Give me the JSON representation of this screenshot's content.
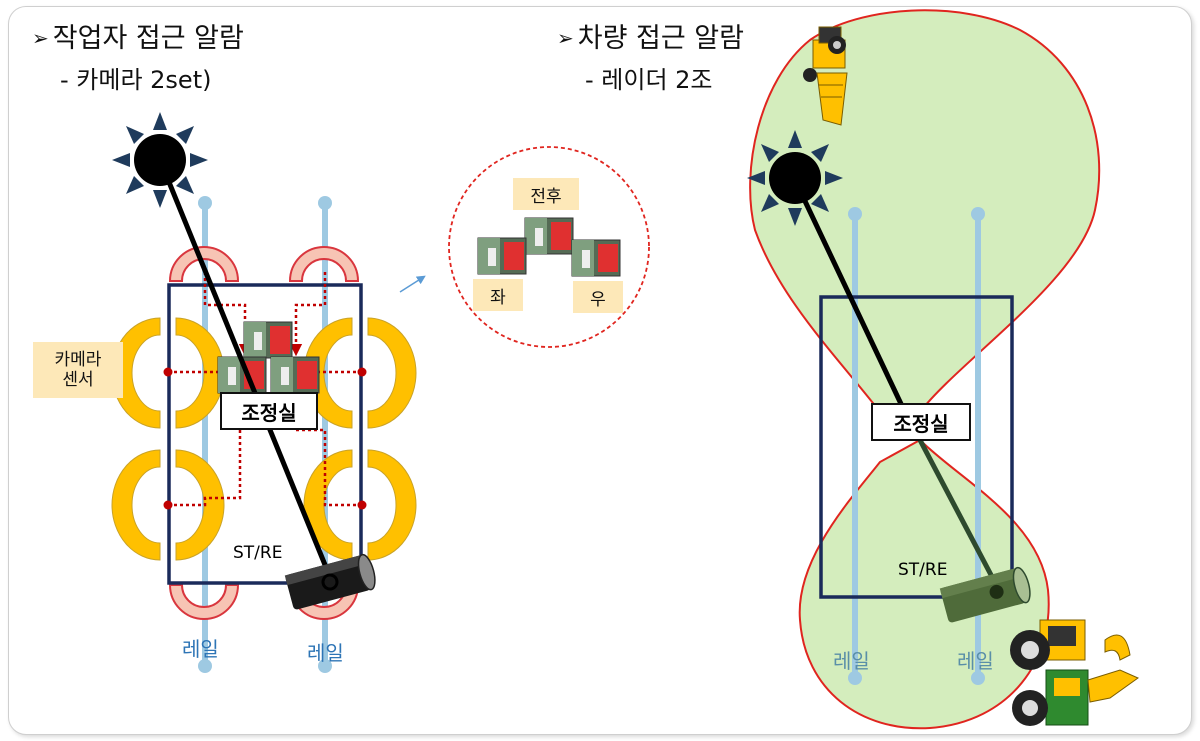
{
  "left": {
    "heading": "작업자 접근 알람",
    "subheading": "- 카메라 2set)",
    "camera_sensor_label_line1": "카메라",
    "camera_sensor_label_line2": "센서",
    "control_room_label": "조정실",
    "st_re_label": "ST/RE",
    "rail_left_label": "레일",
    "rail_right_label": "레일"
  },
  "inset": {
    "front_back_label": "전후",
    "left_label": "좌",
    "right_label": "우"
  },
  "right": {
    "heading": "차량 접근 알람",
    "subheading": "- 레이더 2조",
    "control_room_label": "조정실",
    "st_re_label": "ST/RE",
    "rail_left_label": "레일",
    "rail_right_label": "레일"
  },
  "colors": {
    "rail": "#9ec9e2",
    "frame_navy": "#1a2a5a",
    "sensor_orange": "#ffc000",
    "sensor_pink": "#f7c4b4",
    "radar_zone": "#d4edbd",
    "radar_border": "#e0251f",
    "rail_label_blue": "#2e75b6"
  }
}
